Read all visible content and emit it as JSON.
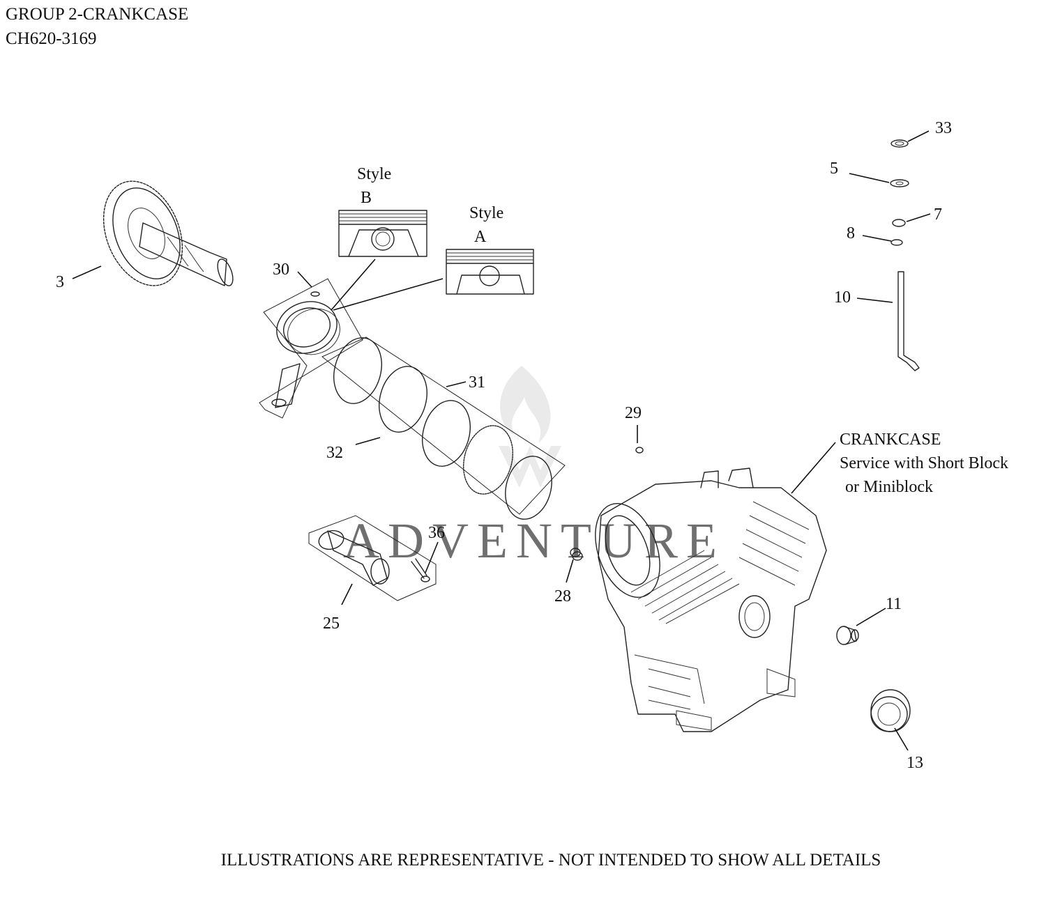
{
  "header": {
    "title": "GROUP 2-CRANKCASE",
    "model": "CH620-3169"
  },
  "footer_note": "ILLUSTRATIONS ARE REPRESENTATIVE - NOT INTENDED TO SHOW ALL DETAILS",
  "watermark": "ADVENTURE",
  "styles": {
    "b": {
      "line1": "Style",
      "line2": "B"
    },
    "a": {
      "line1": "Style",
      "line2": "A"
    }
  },
  "crankcase_note": {
    "line1": "CRANKCASE",
    "line2": "Service with Short Block",
    "line3": "or Miniblock"
  },
  "callouts": {
    "c3": "3",
    "c5": "5",
    "c7": "7",
    "c8": "8",
    "c10": "10",
    "c11": "11",
    "c13": "13",
    "c25": "25",
    "c28": "28",
    "c29": "29",
    "c30": "30",
    "c31": "31",
    "c32": "32",
    "c33": "33",
    "c36": "36"
  },
  "colors": {
    "line": "#222222",
    "watermark": "#d9d9d9"
  }
}
